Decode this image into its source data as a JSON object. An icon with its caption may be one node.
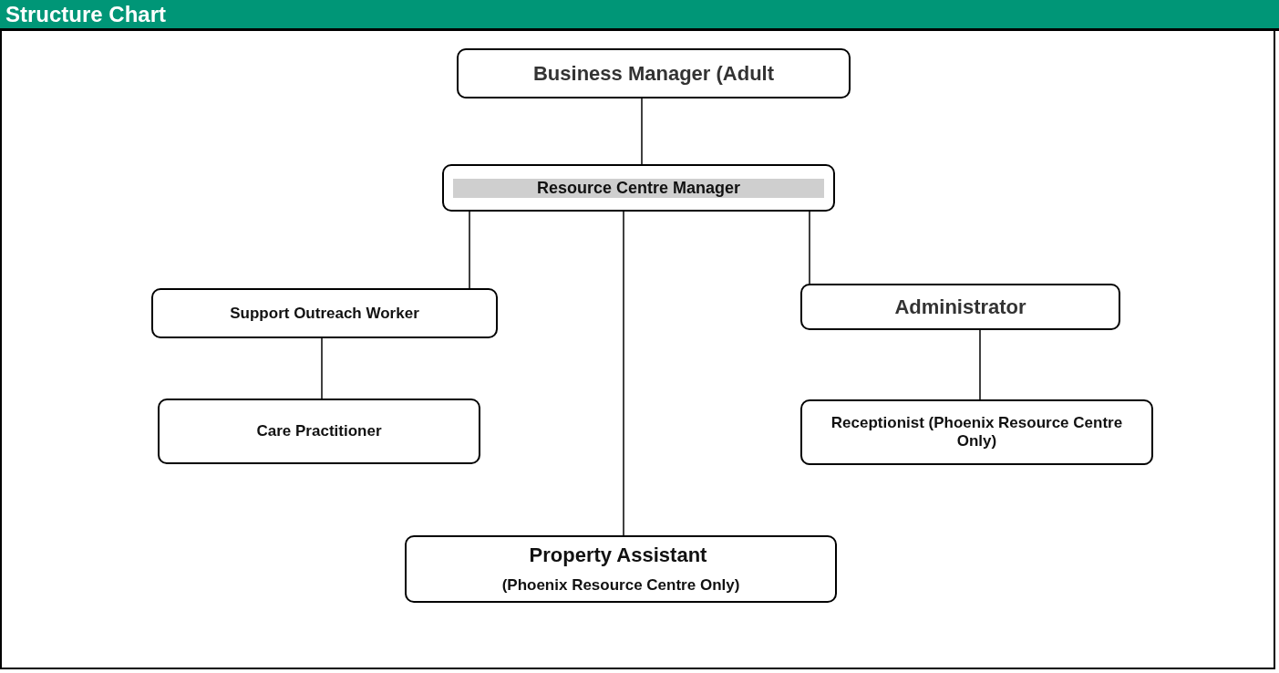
{
  "diagram": {
    "title": "Structure Chart",
    "nodes": [
      {
        "text": [
          "Business Manager (Adult"
        ]
      },
      {
        "text": [
          "Resource Centre Manager"
        ]
      },
      {
        "text": [
          "Support Outreach Worker"
        ]
      },
      {
        "text": [
          "Administrator"
        ]
      },
      {
        "text": [
          "Care Practitioner"
        ]
      },
      {
        "text": [
          "Receptionist (Phoenix Resource Centre Only)"
        ]
      },
      {
        "text": [
          "Property Assistant",
          "(Phoenix Resource Centre Only)"
        ]
      }
    ],
    "edges": [
      {
        "from": 0,
        "to": 1,
        "arrow": "none"
      },
      {
        "from": 1,
        "to": 2,
        "arrow": "none"
      },
      {
        "from": 1,
        "to": 3,
        "arrow": "none"
      },
      {
        "from": 1,
        "to": 6,
        "arrow": "none"
      },
      {
        "from": 2,
        "to": 4,
        "arrow": "none"
      },
      {
        "from": 3,
        "to": 5,
        "arrow": "none"
      }
    ]
  }
}
